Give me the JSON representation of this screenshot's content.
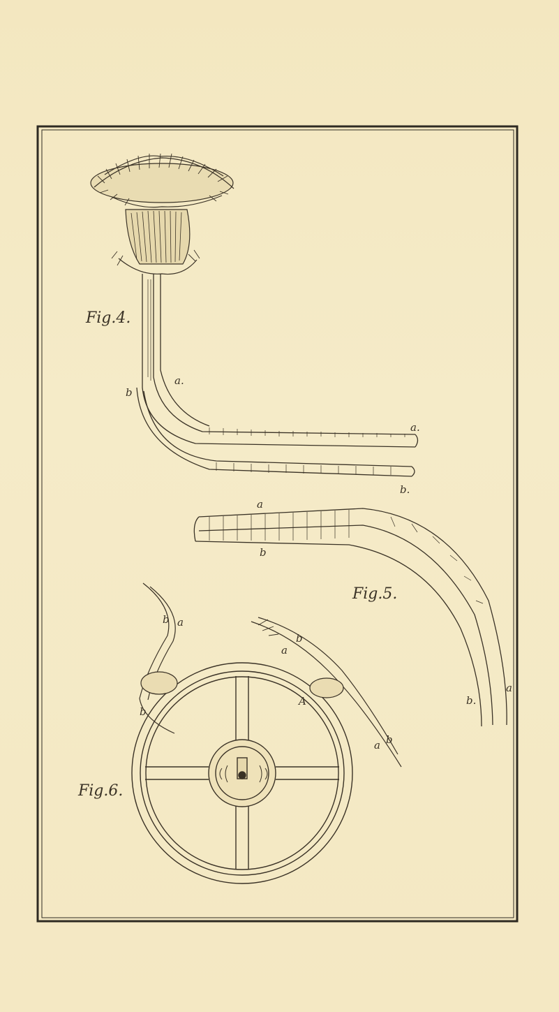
{
  "figures": {
    "fig4": {
      "label": "Fig.4.",
      "letters": {
        "a_upper": "a.",
        "b_left": "b",
        "a_right": "a.",
        "b_right": "b."
      }
    },
    "fig5": {
      "label": "Fig.5.",
      "letters": {
        "a_top": "a",
        "b_top": "b",
        "a_tip": "a",
        "b_tip": "b."
      }
    },
    "fig6": {
      "label": "Fig.6.",
      "letters": {
        "b_top": "b",
        "a_top": "a",
        "b_mid": "b",
        "a_mid": "a",
        "b_left": "b",
        "A": "A",
        "a_low": "a",
        "b_low": "b"
      }
    }
  },
  "colors": {
    "ink": "#3a3226",
    "paper": "#f4e9c4",
    "frame": "#2e2a22"
  }
}
